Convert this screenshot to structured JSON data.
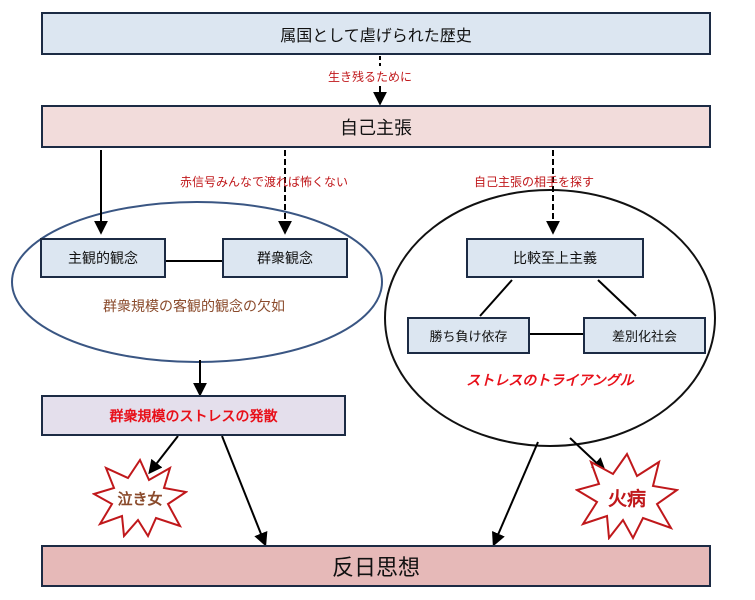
{
  "top_box": "属国として虐げられた歴史",
  "label_survive": "生き残るために",
  "self_assertion_box": "自己主張",
  "label_red_light": "赤信号みんなで渡れば怖くない",
  "label_find_partner": "自己主張の相手を探す",
  "left_group": {
    "subjective_box": "主観的観念",
    "group_box": "群衆観念",
    "caption": "群衆規模の客観的観念の欠如"
  },
  "right_group": {
    "comparison_box": "比較至上主義",
    "win_lose_box": "勝ち負け依存",
    "discrimination_box": "差別化社会",
    "caption": "ストレスのトライアングル"
  },
  "stress_release_box": "群衆規模のストレスの発散",
  "burst_left": "泣き女",
  "burst_right": "火病",
  "bottom_box": "反日思想",
  "colors": {
    "top_box_fill": "#dce6f1",
    "self_box_fill": "#f2dcdb",
    "stress_box_fill": "#e4dfec",
    "bottom_box_fill": "#e6b9b8",
    "red_text": "#c0181b",
    "brown_text": "#8a4a2b"
  }
}
